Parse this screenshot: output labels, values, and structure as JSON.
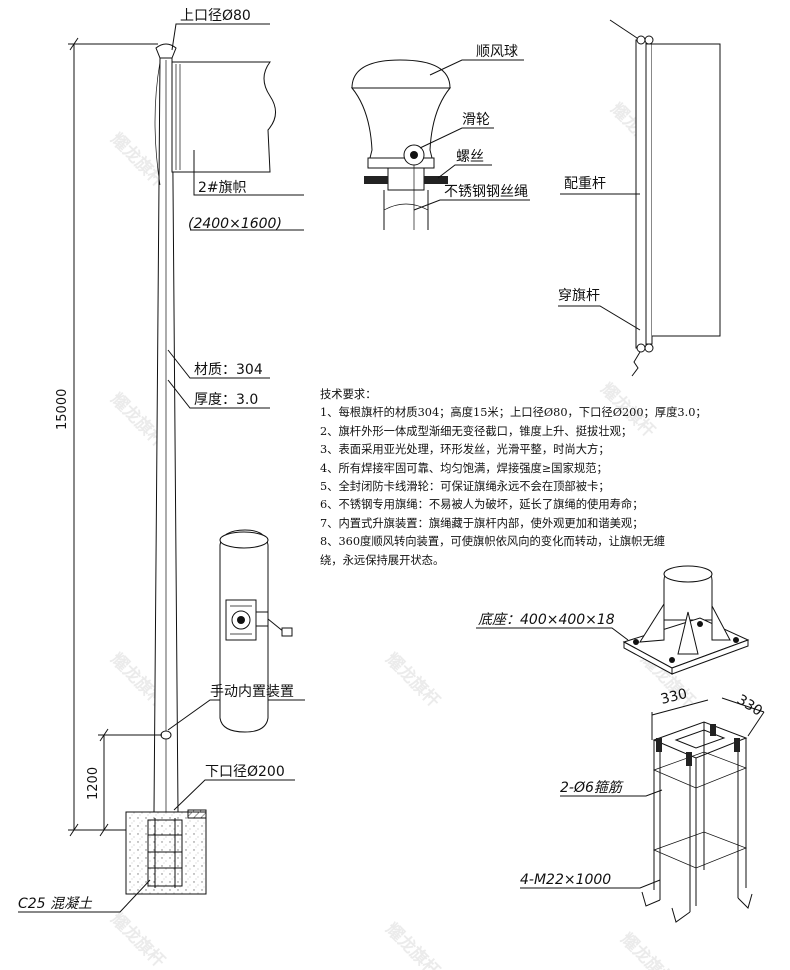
{
  "labels": {
    "top_diameter": "上口径Ø80",
    "flag": "2#旗帜",
    "flag_size": "(2400×1600)",
    "material": "材质：304",
    "thickness": "厚度：3.0",
    "height_dim": "15000",
    "lower_dim": "1200",
    "manual_device": "手动内置装置",
    "bottom_diameter": "下口径Ø200",
    "concrete": "C25 混凝土",
    "wind_ball": "顺风球",
    "pulley": "滑轮",
    "screw": "螺丝",
    "rope": "不锈钢钢丝绳",
    "counterweight": "配重杆",
    "through_rod": "穿旗杆",
    "base": "底座：400×400×18",
    "dim_330a": "330",
    "dim_330b": "330",
    "stirrup": "2-Ø6箍筋",
    "anchor": "4-M22×1000"
  },
  "tech": {
    "title": "技术要求：",
    "items": [
      "1、每根旗杆的材质304；高度15米；上口径Ø80，下口径Ø200；厚度3.0；",
      "2、旗杆外形一体成型渐细无变径截口，锥度上升、挺拔壮观；",
      "3、表面采用亚光处理，环形发丝，光滑平整，时尚大方；",
      "4、所有焊接牢固可靠、均匀饱满，焊接强度≥国家规范；",
      "5、全封闭防卡线滑轮：可保证旗绳永远不会在顶部被卡；",
      "6、不锈钢专用旗绳：不易被人为破坏，延长了旗绳的使用寿命；",
      "7、内置式升旗装置：旗绳藏于旗杆内部，使外观更加和谐美观；",
      "8、360度顺风转向装置，可使旗帜依风向的变化而转动，让旗帜无缠",
      "绕，永远保持展开状态。"
    ]
  },
  "watermark": "耀龙旗杆"
}
